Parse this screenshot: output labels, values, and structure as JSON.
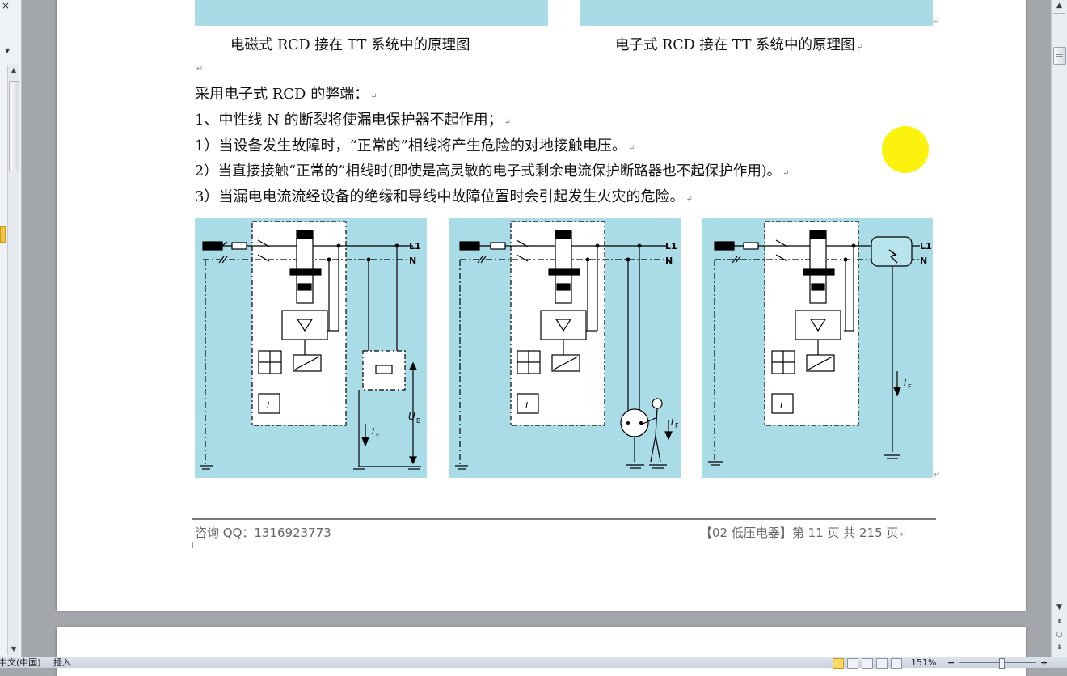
{
  "left_pane": {
    "close_icon": "close-icon",
    "dropdown_icon": "chevron-down-icon"
  },
  "captions": {
    "left": "电磁式 RCD 接在 TT 系统中的原理图",
    "right": "电子式 RCD 接在 TT 系统中的原理图"
  },
  "body": {
    "heading": "采用电子式 RCD 的弊端：",
    "point1": "1、中性线 N 的断裂将使漏电保护器不起作用；",
    "sub1": "1）当设备发生故障时，“正常的”相线将产生危险的对地接触电压。",
    "sub2": "2）当直接接触“正常的”相线时(即使是高灵敏的电子式剩余电流保护断路器也不起保护作用)。",
    "sub3": "3）当漏电电流流经设备的绝缘和导线中故障位置时会引起发生火灾的危险。"
  },
  "figures": {
    "phase_label": "L1",
    "neutral_label": "N",
    "fault_current_label": "I",
    "fault_current_sub": "F",
    "touch_voltage_label": "U",
    "touch_voltage_sub": "B",
    "block_label": "I",
    "colors": {
      "background": "#aadce8",
      "line": "#000000",
      "box_fill": "#ffffff"
    }
  },
  "footer": {
    "left": "咨询 QQ：1316923773",
    "right": "【02  低压电器】第 11 页  共 215 页"
  },
  "status_bar": {
    "language": "中文(中国)",
    "mode": "插入",
    "zoom": "151%",
    "zoom_out": "−",
    "zoom_in": "+"
  }
}
